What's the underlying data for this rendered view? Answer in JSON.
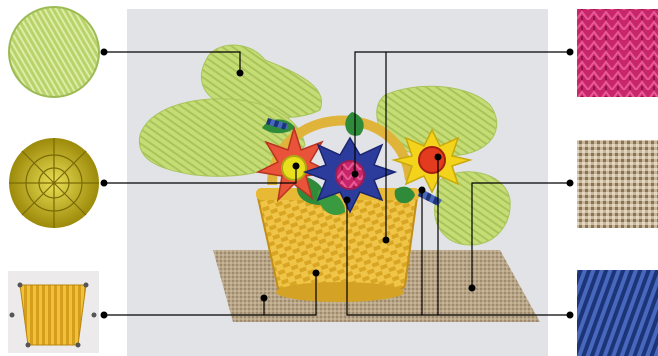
{
  "figure": {
    "kind": "embroidery fill stitch types callout diagram",
    "background_color": "#ffffff",
    "canvas_color": "#e2e3e6",
    "leader_color": "#000000"
  },
  "swatches": [
    {
      "id": "swatch-leaf-fill",
      "shape": "circle",
      "colors": [
        "#b3cf6a",
        "#8fb04a"
      ],
      "icon": "leaf-stitch-swatch"
    },
    {
      "id": "swatch-flower-center-fill",
      "shape": "circle",
      "colors": [
        "#d8c41c",
        "#9c8a0a"
      ],
      "icon": "radial-motif-swatch"
    },
    {
      "id": "swatch-basket-fill",
      "shape": "square",
      "colors": [
        "#f2c13a",
        "#c98f14"
      ],
      "icon": "fan-satin-swatch"
    },
    {
      "id": "swatch-petal-fill",
      "shape": "square",
      "colors": [
        "#c8266a",
        "#8e1646"
      ],
      "icon": "motif-fill-swatch"
    },
    {
      "id": "swatch-rug-fill",
      "shape": "square",
      "colors": [
        "#c9b79a",
        "#6e5a44"
      ],
      "icon": "curved-tatami-swatch"
    },
    {
      "id": "swatch-stem-fill",
      "shape": "square",
      "colors": [
        "#2e4fa0",
        "#142a66"
      ],
      "icon": "satin-stripes-swatch"
    }
  ],
  "artwork": {
    "leaf_color": "#c6dd76",
    "basket_color": "#efc447",
    "rug_color": "#b9a689",
    "flower_colors": [
      "#e8533a",
      "#2c3c9c",
      "#f4d31c"
    ],
    "flower_center_colors": [
      "#e8e01c",
      "#e23c86",
      "#e23b20"
    ]
  }
}
